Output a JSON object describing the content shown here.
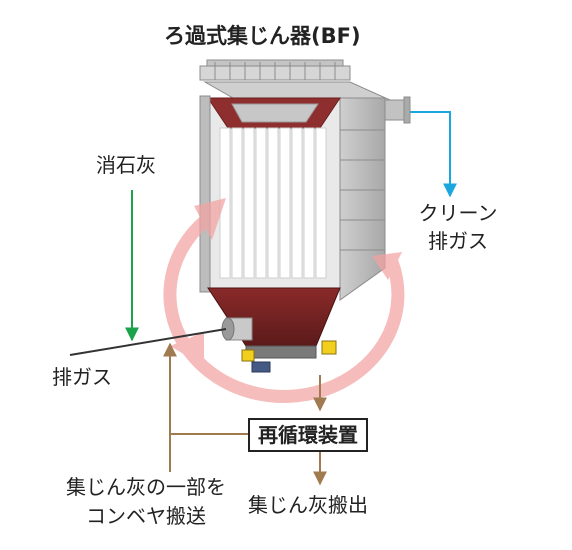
{
  "title": "ろ過式集じん器(BF)",
  "labels": {
    "lime": "消石灰",
    "clean_line1": "クリーン",
    "clean_line2": "排ガス",
    "exhaust_in": "排ガス",
    "recirculation": "再循環装置",
    "partial_line1": "集じん灰の一部を",
    "partial_line2": "コンベヤ搬送",
    "discharge": "集じん灰搬出"
  },
  "colors": {
    "lime_arrow": "#1aa34a",
    "clean_arrow": "#1ba6dd",
    "ash_arrow": "#a07a50",
    "recirc_ring": "#f3a3a3",
    "hopper": "#7a2424",
    "casing": "#b9b9b9"
  }
}
